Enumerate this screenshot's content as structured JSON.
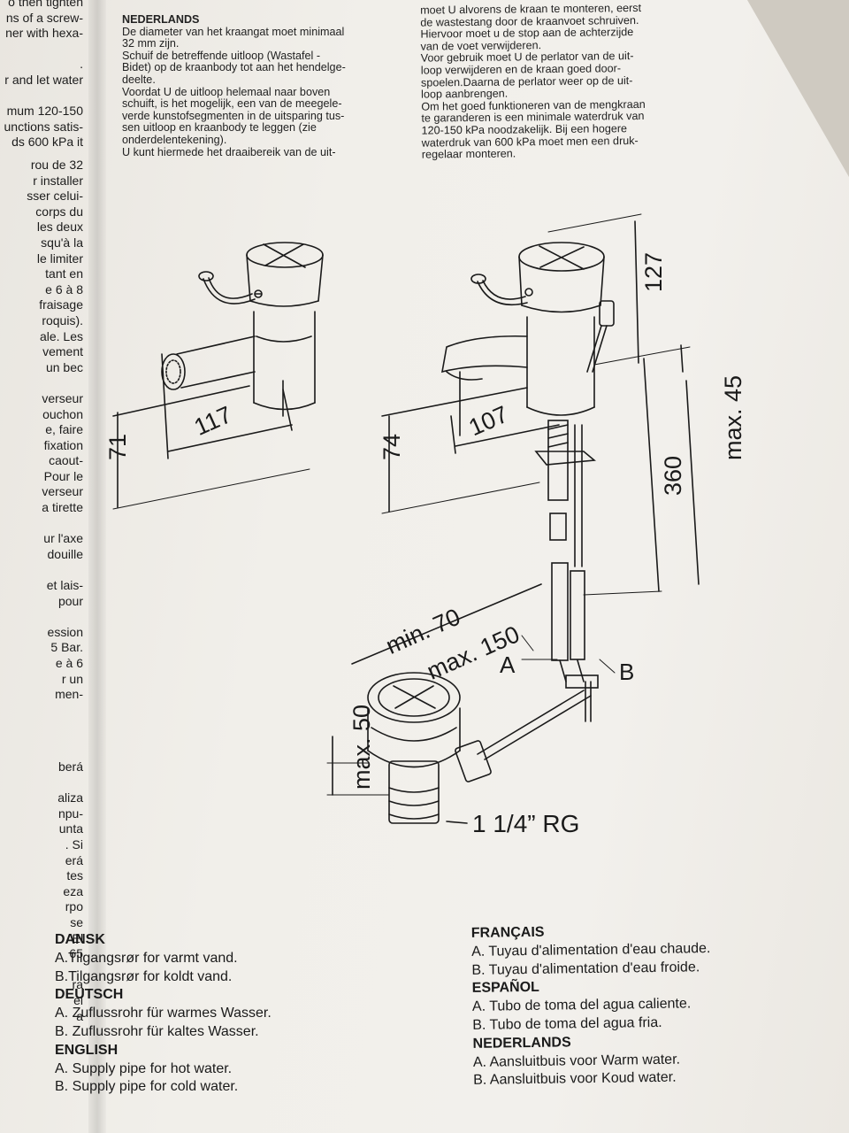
{
  "left_column": {
    "block1": [
      "o then tighten",
      "ns of a screw-",
      "ner with hexa-",
      "",
      ".",
      "r and let water",
      "",
      "mum 120-150",
      "unctions satis-",
      "ds 600 kPa it",
      "",
      ""
    ],
    "block2": [
      "rou de 32",
      "r installer",
      "sser celui-",
      "corps du",
      "les deux",
      "squ'à la",
      "le limiter",
      "tant en",
      "e 6 à 8",
      "fraisage",
      "roquis).",
      "ale. Les",
      "vement",
      "un bec",
      "",
      "verseur",
      "ouchon",
      "e, faire",
      "fixation",
      "caout-",
      "Pour le",
      "verseur",
      "a tirette",
      "",
      "ur l'axe",
      "douille",
      "",
      "et lais-",
      "pour",
      "",
      "ession",
      "5 Bar.",
      "e à 6",
      "r un",
      "men-"
    ],
    "block3": [
      "berá",
      "",
      "aliza",
      "npu-",
      "unta",
      ". Si",
      "erá",
      "tes",
      "eza",
      "rpo",
      "se",
      "El",
      "65",
      "",
      "ra",
      "el",
      "a",
      "",
      ""
    ]
  },
  "top_middle": {
    "heading": "NEDERLANDS",
    "lines": [
      "De diameter van het kraangat moet minimaal",
      "32 mm zijn.",
      "Schuif de betreffende uitloop (Wastafel -",
      "Bidet) op de kraanbody tot aan het hendelge-",
      "deelte.",
      "Voordat U de uitloop helemaal naar boven",
      "schuift, is het mogelijk, een van de meegele-",
      "verde kunstofsegmenten in de uitsparing tus-",
      "sen uitloop en kraanbody te leggen (zie",
      "onderdelentekening).",
      "U kunt hiermede het draaibereik van de uit-"
    ]
  },
  "top_right": {
    "lines": [
      "moet U alvorens de kraan te monteren, eerst",
      "de wastestang door de kraanvoet schruiven.",
      "Hiervoor moet u de stop aan de achterzijde",
      "van de voet verwijderen.",
      "Voor gebruik moet U de perlator van de uit-",
      "loop verwijderen en de kraan goed door-",
      "spoelen.Daarna de perlator weer op de uit-",
      "loop aanbrengen.",
      "Om het goed funktioneren van de mengkraan",
      "te garanderen is een minimale waterdruk van",
      "120-150 kPa noodzakelijk. Bij een hogere",
      "waterdruk van 600 kPa moet men een druk-",
      "regelaar monteren."
    ]
  },
  "diagram": {
    "dim_117": "117",
    "dim_71": "71",
    "dim_107": "107",
    "dim_74": "74",
    "dim_127": "127",
    "dim_360": "360",
    "dim_max45": "max. 45",
    "dim_min70": "min. 70",
    "dim_max150": "max. 150",
    "label_a": "A",
    "label_b": "B",
    "dim_max50": "max. 50",
    "thread": "1  1/4”  RG"
  },
  "legend_left": [
    {
      "h": "DANSK",
      "a": "A.Tilgangsrør for varmt vand.",
      "b": "B.Tilgangsrør for koldt vand."
    },
    {
      "h": "DEUTSCH",
      "a": "A. Zuflussrohr für warmes Wasser.",
      "b": "B. Zuflussrohr für kaltes Wasser."
    },
    {
      "h": "ENGLISH",
      "a": "A. Supply pipe for hot water.",
      "b": "B. Supply pipe for cold water."
    }
  ],
  "legend_right": [
    {
      "h": "FRANÇAIS",
      "a": "A. Tuyau d'alimentation d'eau chaude.",
      "b": "B. Tuyau d'alimentation d'eau froide."
    },
    {
      "h": "ESPAÑOL",
      "a": "A. Tubo de toma del agua caliente.",
      "b": "B. Tubo de toma del agua fria."
    },
    {
      "h": "NEDERLANDS",
      "a": "A. Aansluitbuis voor Warm water.",
      "b": "B. Aansluitbuis voor Koud water."
    }
  ]
}
